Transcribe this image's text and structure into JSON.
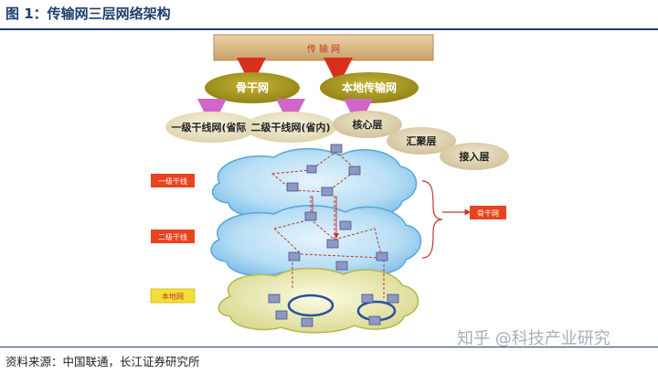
{
  "figure": {
    "title": "图 1：传输网三层网络架构",
    "source": "资料来源：中国联通，长江证券研究所",
    "watermark": "知乎 @科技产业研究"
  },
  "top_bar": {
    "label": "传 输 网"
  },
  "branches": {
    "backbone": "骨干网",
    "local": "本地传输网"
  },
  "backbone_children": [
    "一级干线网(省际)",
    "二级干线网(省内)"
  ],
  "local_layers": [
    "核心层",
    "汇聚层",
    "接入层"
  ],
  "side_labels": [
    "一级干线",
    "二级干线",
    "本地网"
  ],
  "right_label": "骨干网",
  "colors": {
    "title": "#1d3f6e",
    "top_bar": "#d9b483",
    "olive": "#9c8c14",
    "pale_oval": "#e9e4c2",
    "tan_oval": "#e2d6b6",
    "cloud_blue": "#9fd0ef",
    "cloud_yellow": "#ecebb0",
    "side_box": "#e8421f",
    "arrow_red": "#d7301c",
    "arrow_pink": "#d066c8"
  }
}
